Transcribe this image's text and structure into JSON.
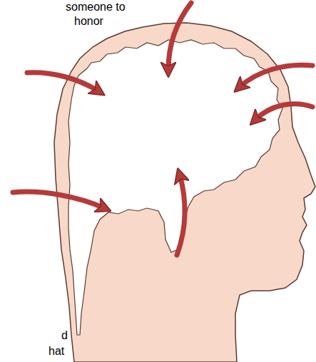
{
  "diagram": {
    "labels": [
      "someone to",
      "honor",
      "d",
      "hat"
    ]
  }
}
